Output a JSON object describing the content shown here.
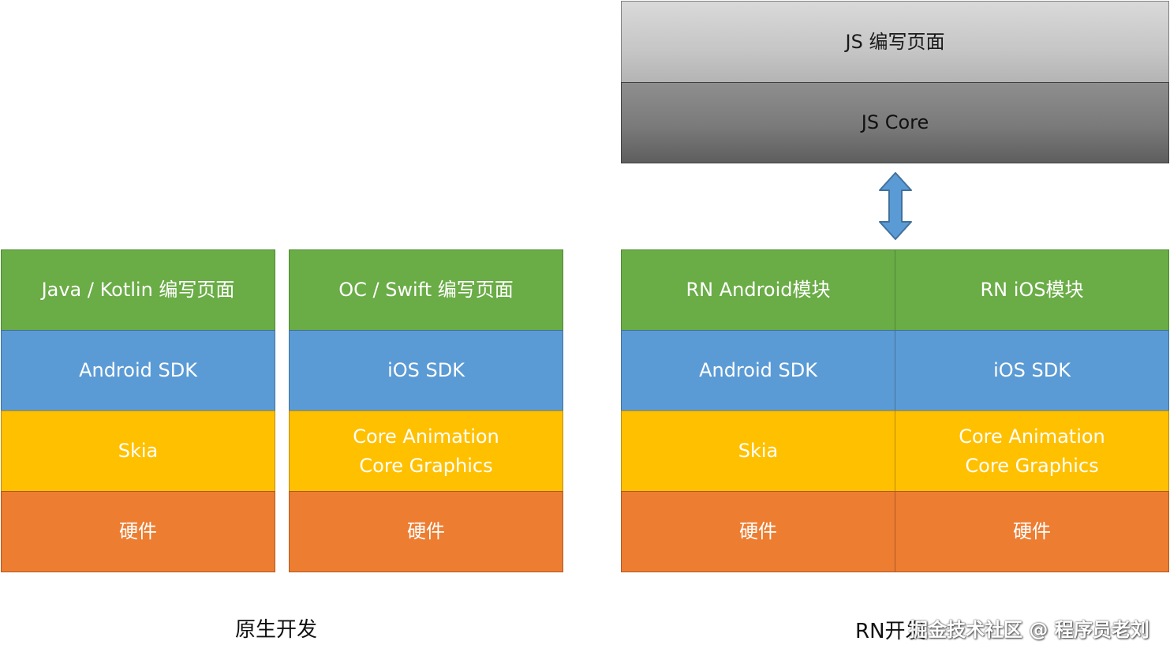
{
  "native": {
    "android": {
      "page": "Java / Kotlin 编写页面",
      "sdk": "Android SDK",
      "graphics": "Skia",
      "hardware": "硬件"
    },
    "ios": {
      "page": "OC / Swift 编写页面",
      "sdk": "iOS SDK",
      "graphics_line1": "Core Animation",
      "graphics_line2": "Core Graphics",
      "hardware": "硬件"
    },
    "caption": "原生开发"
  },
  "rn": {
    "js_page": "JS 编写页面",
    "js_core": "JS Core",
    "android": {
      "module": "RN Android模块",
      "sdk": "Android SDK",
      "graphics": "Skia",
      "hardware": "硬件"
    },
    "ios": {
      "module": "RN iOS模块",
      "sdk": "iOS SDK",
      "graphics_line1": "Core Animation",
      "graphics_line2": "Core Graphics",
      "hardware": "硬件"
    },
    "caption": "RN开发"
  },
  "watermark": "掘金技术社区 @ 程序员老刘",
  "colors": {
    "page_layer": "#6aac46",
    "sdk_layer": "#5b9bd5",
    "graphics_layer": "#ffc000",
    "hardware_layer": "#ed7d31",
    "arrow": "#5b9bd5"
  }
}
